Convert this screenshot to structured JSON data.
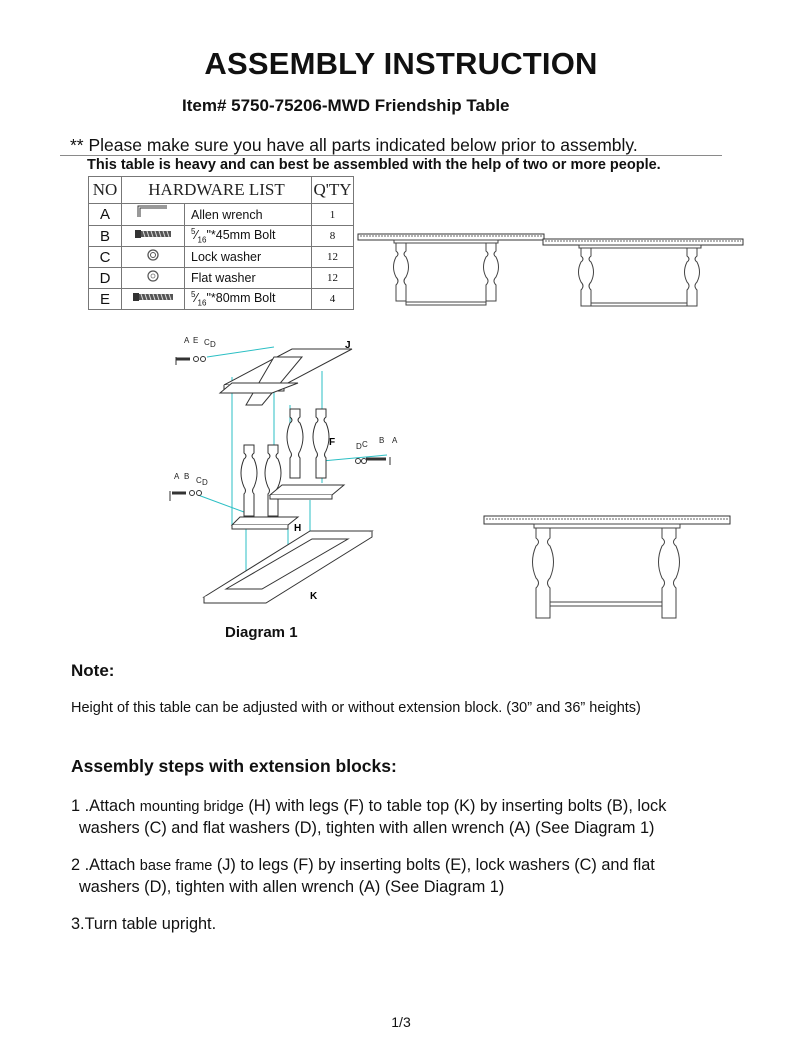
{
  "header": {
    "title": "ASSEMBLY INSTRUCTION",
    "item": "Item# 5750-75206-MWD Friendship Table",
    "warning_parts": "** Please make sure you have all parts indicated below prior to assembly.",
    "warning_heavy": "This table is heavy and can best be assembled with the help of two or more people."
  },
  "hardware": {
    "headers": [
      "NO",
      "HARDWARE LIST",
      "Q'TY"
    ],
    "rows": [
      {
        "no": "A",
        "icon": "allen-wrench-icon",
        "name": "Allen wrench",
        "qty": "1"
      },
      {
        "no": "B",
        "icon": "bolt-icon",
        "name_pre": "5",
        "name_den": "16",
        "name_post": "\"*45mm Bolt",
        "qty": "8"
      },
      {
        "no": "C",
        "icon": "lock-washer-icon",
        "name": "Lock washer",
        "qty": "12"
      },
      {
        "no": "D",
        "icon": "flat-washer-icon",
        "name": "Flat washer",
        "qty": "12"
      },
      {
        "no": "E",
        "icon": "bolt-icon",
        "name_pre": "5",
        "name_den": "16",
        "name_post": "\"*80mm Bolt",
        "qty": "4"
      }
    ]
  },
  "diagram": {
    "caption": "Diagram 1",
    "labels": {
      "J": "J",
      "F": "F",
      "H": "H",
      "K": "K",
      "top_left": [
        "A",
        "E",
        "C",
        "D"
      ],
      "right": [
        "D",
        "C",
        "B",
        "A"
      ],
      "lower_left": [
        "A",
        "B",
        "C",
        "D"
      ]
    }
  },
  "note": {
    "heading": "Note:",
    "body": "Height of this table can be adjusted with or without extension block. (30” and 36” heights)"
  },
  "steps": {
    "heading": "Assembly steps with extension blocks:",
    "step1": {
      "a": "1 .Attach ",
      "small": "mounting bridge",
      "b": " (H) with legs (F) to table top (K) by inserting bolts (B), lock",
      "c": "washers (C) and flat washers (D), tighten with allen wrench (A) (See Diagram 1)"
    },
    "step2": {
      "a": "2 .Attach ",
      "small": "base frame",
      "b": " (J) to legs (F) by inserting bolts (E), lock washers (C) and flat",
      "c": "washers (D), tighten with allen wrench (A) (See Diagram 1)"
    },
    "step3": "3.Turn table upright."
  },
  "footer": {
    "page": "1/3"
  }
}
